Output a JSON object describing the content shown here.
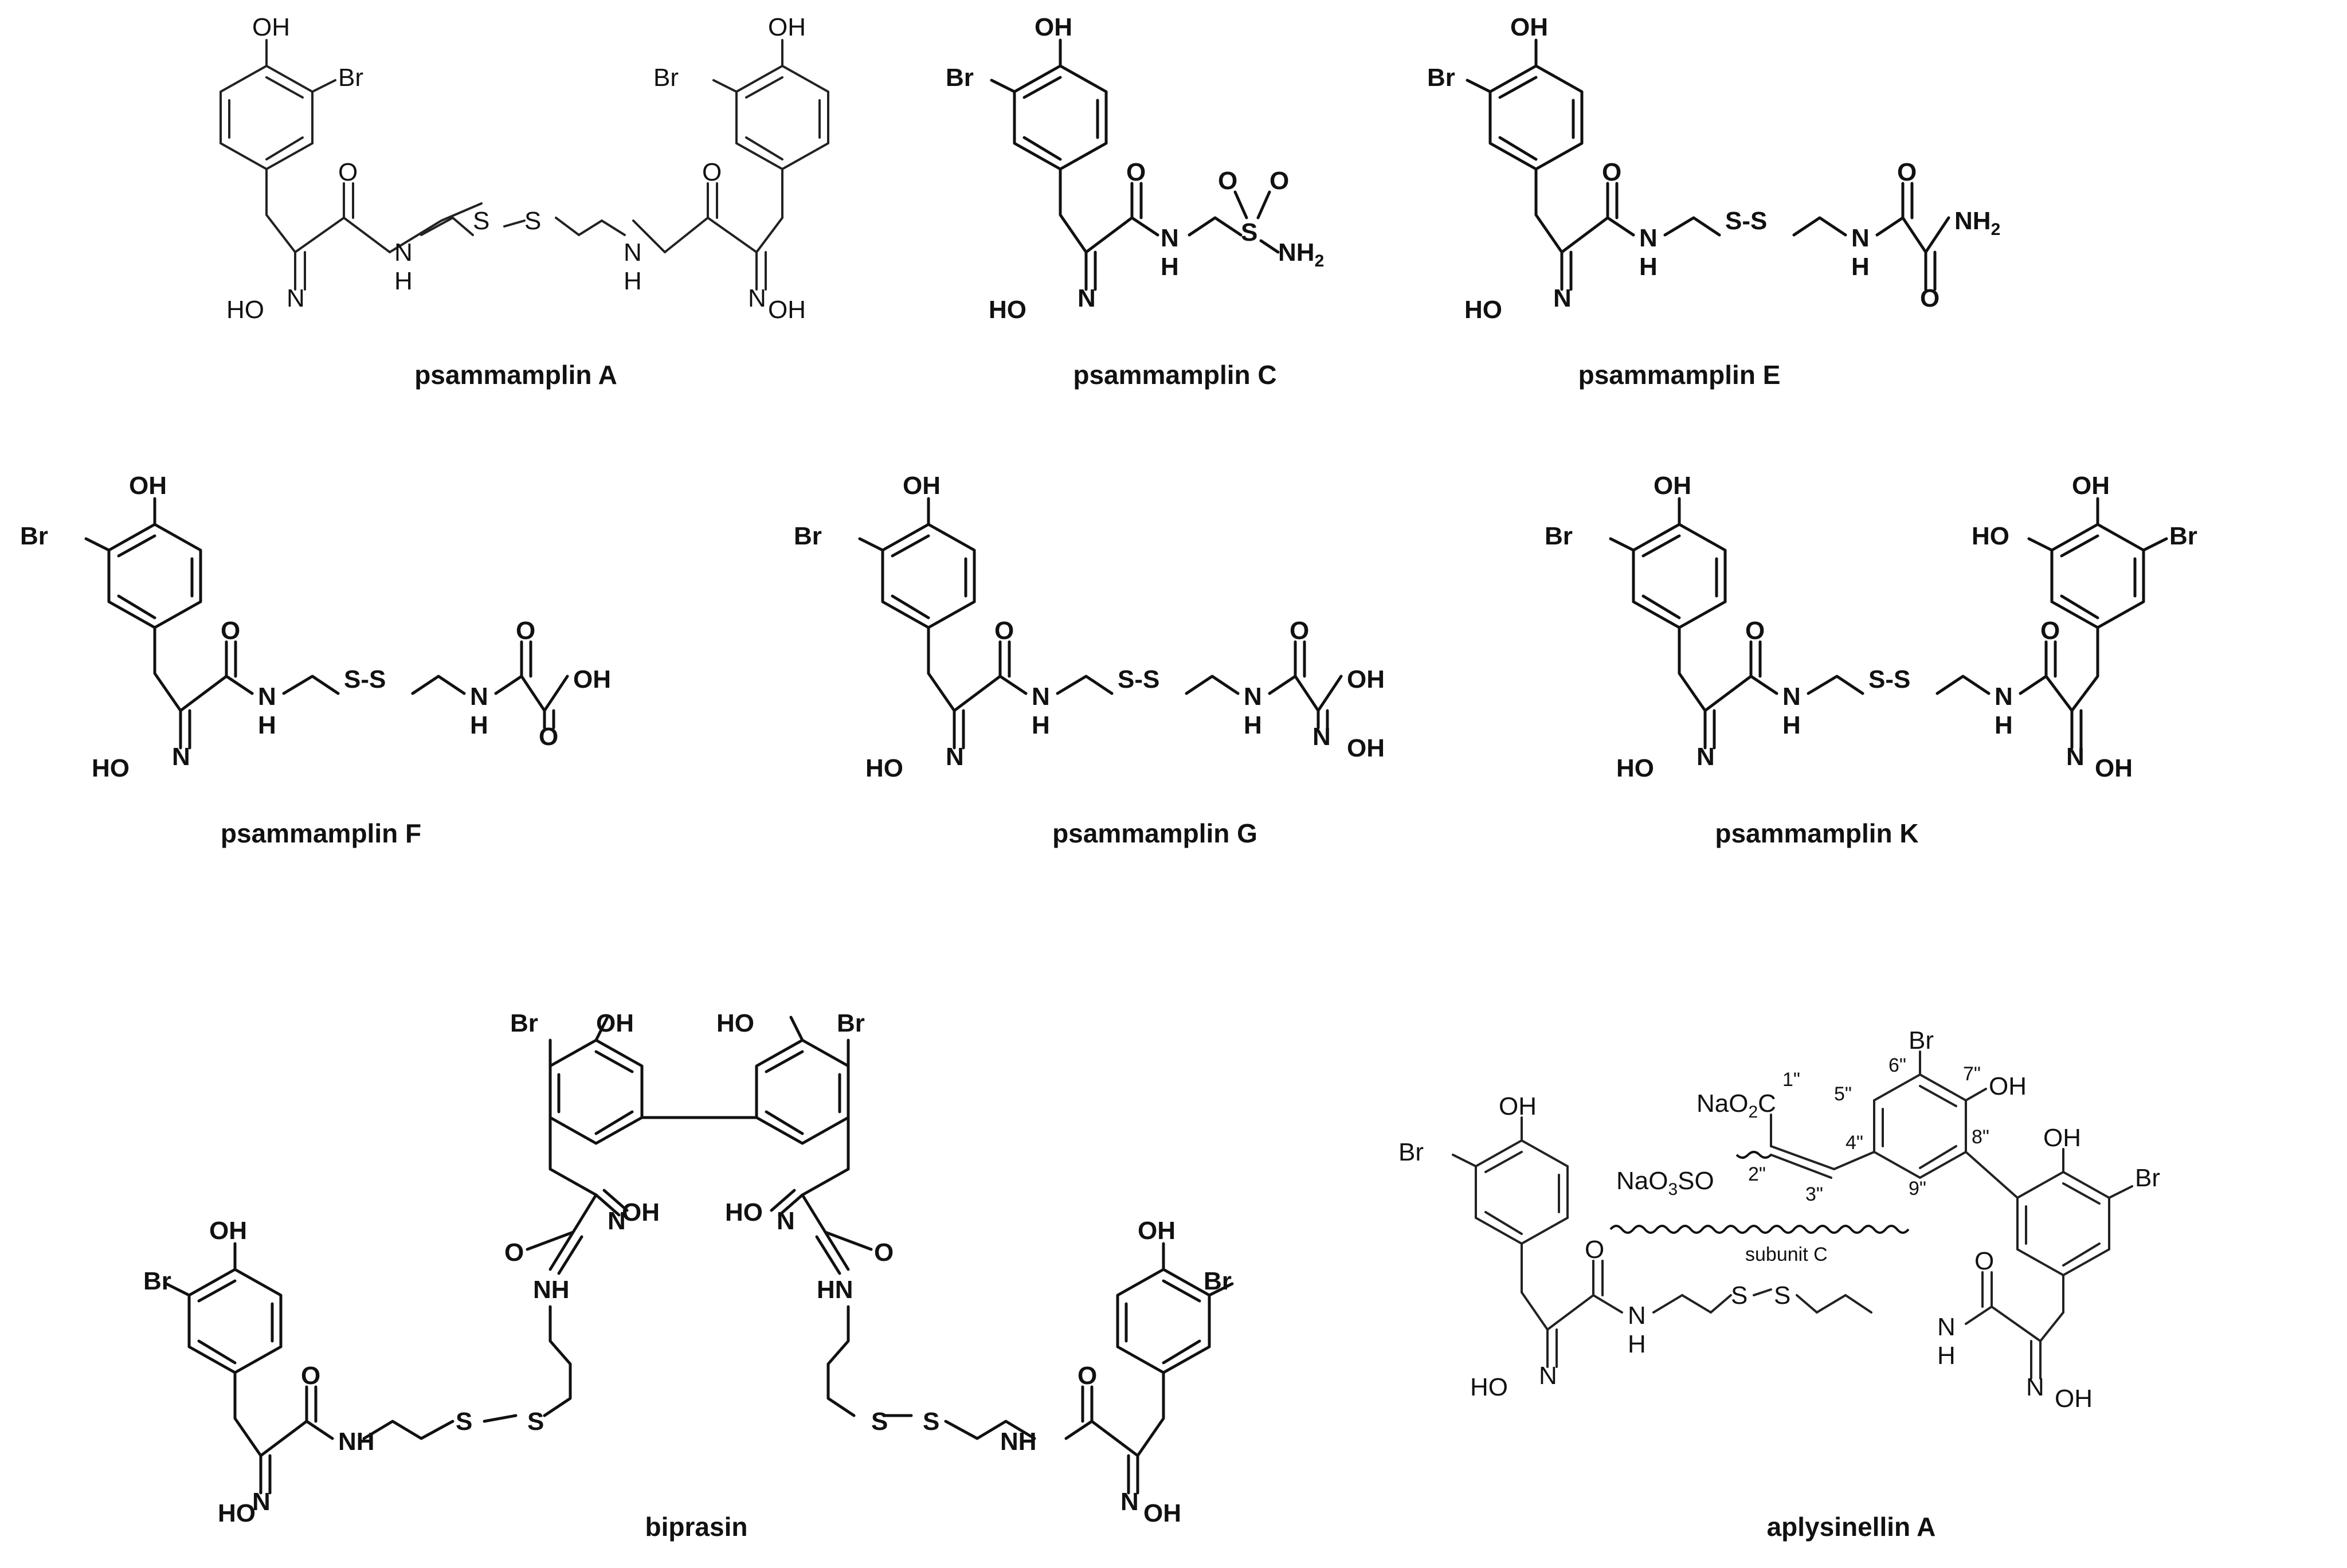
{
  "compounds": [
    {
      "name": "psammamplin A"
    },
    {
      "name": "psammamplin C"
    },
    {
      "name": "psammamplin E"
    },
    {
      "name": "psammamplin F"
    },
    {
      "name": "psammamplin G"
    },
    {
      "name": "psammamplin K"
    },
    {
      "name": "biprasin"
    },
    {
      "name": "aplysinellin A"
    }
  ],
  "atoms": {
    "oh": "OH",
    "ho": "HO",
    "br": "Br",
    "o": "O",
    "n": "N",
    "nh": "NH",
    "hn": "HN",
    "h": "H",
    "s": "S",
    "nh2": "NH",
    "nh2_sub": "2",
    "sso": "S-S",
    "naoo": "NaO",
    "naoo_sub": "2",
    "naoo_c": "C",
    "naso": "NaO",
    "naso_sub": "3",
    "naso_end": "SO"
  },
  "positions": {
    "p1": "1\"",
    "p2": "2\"",
    "p3": "3\"",
    "p4": "4\"",
    "p5": "5\"",
    "p6": "6\"",
    "p7": "7\"",
    "p8": "8\"",
    "p9": "9\""
  },
  "annotation": {
    "subunit": "subunit C"
  }
}
